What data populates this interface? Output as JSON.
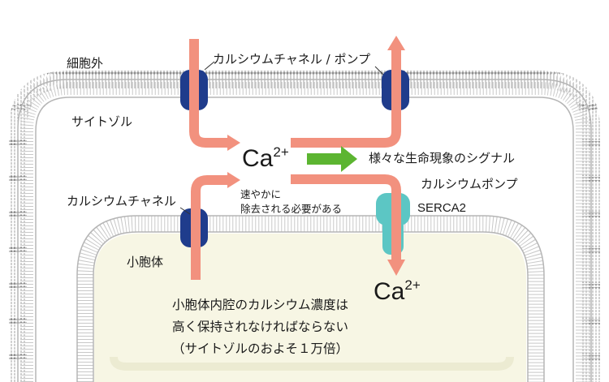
{
  "labels": {
    "extracellular": "細胞外",
    "cytosol": "サイトゾル",
    "channel_pump": "カルシウムチャネル / ポンプ",
    "calcium_channel": "カルシウムチャネル",
    "calcium_pump": "カルシウムポンプ",
    "serca": "SERCA2",
    "er": "小胞体",
    "signal": "様々な生命現象のシグナル",
    "remove_line1": "速やかに",
    "remove_line2": "除去される必要がある",
    "er_note_line1": "小胞体内腔のカルシウム濃度は",
    "er_note_line2": "高く保持されなければならない",
    "er_note_line3": "（サイトゾルのおよそ１万倍）"
  },
  "ion": {
    "symbol": "Ca",
    "charge": "2+"
  },
  "colors": {
    "arrow": "#f2917e",
    "green_arrow": "#5cb531",
    "channel": "#1f3c8c",
    "pump_serca": "#5cc6c4",
    "er_lumen": "#f7f6e4",
    "membrane": "#9a9a9a"
  }
}
